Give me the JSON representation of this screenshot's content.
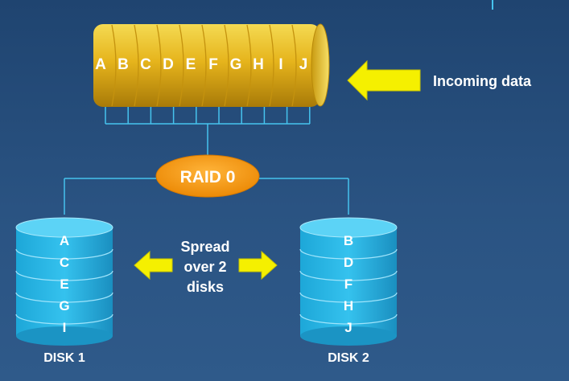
{
  "buffer": {
    "letters": [
      "A",
      "B",
      "C",
      "D",
      "E",
      "F",
      "G",
      "H",
      "I",
      "J"
    ]
  },
  "incoming": {
    "label": "Incoming data"
  },
  "raid": {
    "label": "RAID 0"
  },
  "spread": {
    "line1": "Spread",
    "line2": "over 2",
    "line3": "disks"
  },
  "disks": [
    {
      "label": "DISK 1",
      "blocks": [
        "A",
        "C",
        "E",
        "G",
        "I"
      ]
    },
    {
      "label": "DISK 2",
      "blocks": [
        "B",
        "D",
        "F",
        "H",
        "J"
      ]
    }
  ],
  "colors": {
    "gold": "#e9b820",
    "cyan": "#29b8e6",
    "raid_orange": "#f39a10",
    "arrow_yellow": "#f5f000",
    "line": "#46c3ee"
  }
}
